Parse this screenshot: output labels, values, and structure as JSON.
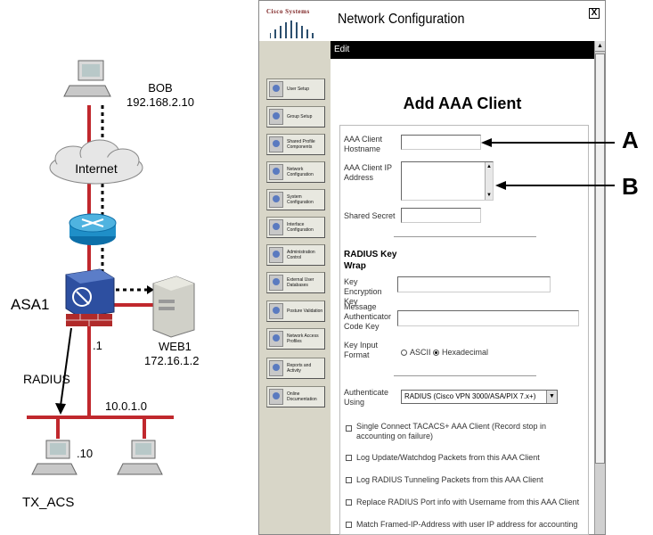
{
  "diagram": {
    "bob": {
      "name": "BOB",
      "ip": "192.168.2.10"
    },
    "internet_label": "Internet",
    "asa": {
      "name": "ASA1",
      "inside_host": ".1"
    },
    "web1": {
      "name": "WEB1",
      "ip": "172.16.1.2"
    },
    "radius_label": "RADIUS",
    "subnet": "10.0.1.0",
    "acs": {
      "name": "TX_ACS",
      "host": ".10"
    },
    "colors": {
      "link": "#c0282d",
      "dotted": "#000000",
      "router": "#1f8fc8",
      "firewall": "#2d4fa0",
      "brick": "#b02a2a"
    }
  },
  "acs_window": {
    "logo_text": "Cisco Systems",
    "title": "Network Configuration",
    "close_glyph": "X",
    "edit_label": "Edit",
    "nav_items": [
      {
        "label": "User Setup",
        "icon": "user-icon"
      },
      {
        "label": "Group Setup",
        "icon": "group-icon"
      },
      {
        "label": "Shared Profile Components",
        "icon": "shared-profile-icon"
      },
      {
        "label": "Network Configuration",
        "icon": "network-icon"
      },
      {
        "label": "System Configuration",
        "icon": "system-icon"
      },
      {
        "label": "Interface Configuration",
        "icon": "interface-icon"
      },
      {
        "label": "Administration Control",
        "icon": "admin-icon"
      },
      {
        "label": "External User Databases",
        "icon": "database-icon"
      },
      {
        "label": "Posture Validation",
        "icon": "posture-icon"
      },
      {
        "label": "Network Access Profiles",
        "icon": "nap-icon"
      },
      {
        "label": "Reports and Activity",
        "icon": "reports-icon"
      },
      {
        "label": "Online Documentation",
        "icon": "docs-icon"
      }
    ],
    "form": {
      "heading": "Add AAA Client",
      "hostname_label": "AAA Client Hostname",
      "hostname_value": "",
      "ip_label": "AAA Client IP Address",
      "ip_value": "",
      "secret_label": "Shared Secret",
      "secret_value": "",
      "keywrap_title": "RADIUS Key Wrap",
      "kek_label": "Key Encryption Key",
      "kek_value": "",
      "mack_label": "Message Authenticator Code Key",
      "mack_value": "",
      "key_format_label": "Key Input Format",
      "format_ascii": "ASCII",
      "format_hex": "Hexadecimal",
      "format_selected": "Hexadecimal",
      "auth_label": "Authenticate Using",
      "auth_value": "RADIUS (Cisco VPN 3000/ASA/PIX 7.x+)",
      "checkboxes": [
        {
          "label": "Single Connect TACACS+ AAA Client (Record stop in accounting on failure)",
          "checked": false
        },
        {
          "label": "Log Update/Watchdog Packets from this AAA Client",
          "checked": false
        },
        {
          "label": "Log RADIUS Tunneling Packets from this AAA Client",
          "checked": false
        },
        {
          "label": "Replace RADIUS Port info with Username from this AAA Client",
          "checked": false
        },
        {
          "label": "Match Framed-IP-Address with user IP address for accounting",
          "checked": false
        }
      ]
    }
  },
  "callouts": {
    "a": "A",
    "b": "B"
  }
}
